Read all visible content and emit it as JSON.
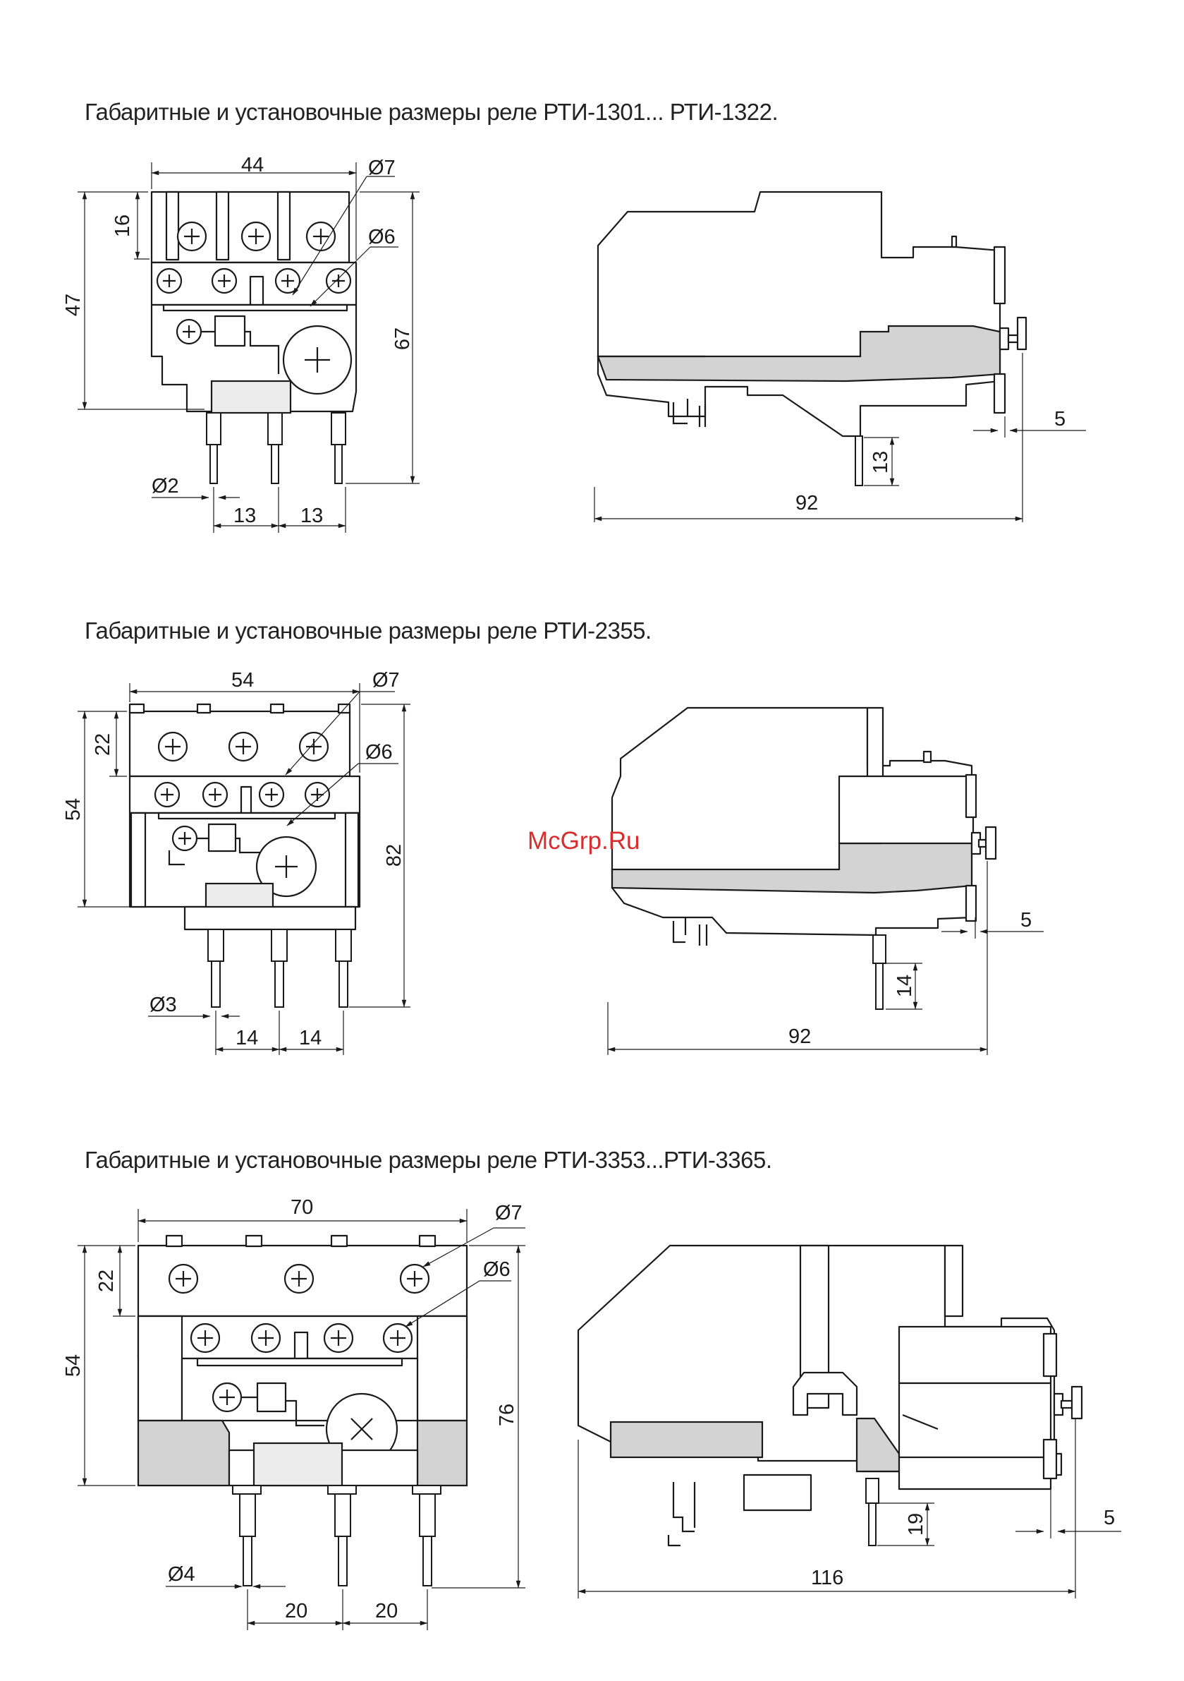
{
  "sections": [
    {
      "title": "Габаритные и установочные размеры реле   РТИ-1301... РТИ-1322.",
      "front": {
        "width": "44",
        "height_upper": "16",
        "height_front": "47",
        "height_total": "67",
        "screw_large": "Ø7",
        "screw_small": "Ø6",
        "pin_diameter": "Ø2",
        "pin_pitch_1": "13",
        "pin_pitch_2": "13"
      },
      "side": {
        "length": "92",
        "offset": "5",
        "pin_length": "13"
      }
    },
    {
      "title": "Габаритные и установочные размеры реле РТИ-2355.",
      "front": {
        "width": "54",
        "height_upper": "22",
        "height_front": "54",
        "height_total": "82",
        "screw_large": "Ø7",
        "screw_small": "Ø6",
        "pin_diameter": "Ø3",
        "pin_pitch_1": "14",
        "pin_pitch_2": "14"
      },
      "side": {
        "length": "92",
        "offset": "5",
        "pin_length": "14"
      }
    },
    {
      "title": "Габаритные и установочные размеры реле РТИ-3353...РТИ-3365.",
      "front": {
        "width": "70",
        "height_upper": "22",
        "height_front": "54",
        "height_total": "76",
        "screw_large": "Ø7",
        "screw_small": "Ø6",
        "pin_diameter": "Ø4",
        "pin_pitch_1": "20",
        "pin_pitch_2": "20"
      },
      "side": {
        "length": "116",
        "offset": "5",
        "pin_length": "19"
      }
    }
  ],
  "watermark": "McGrp.Ru"
}
